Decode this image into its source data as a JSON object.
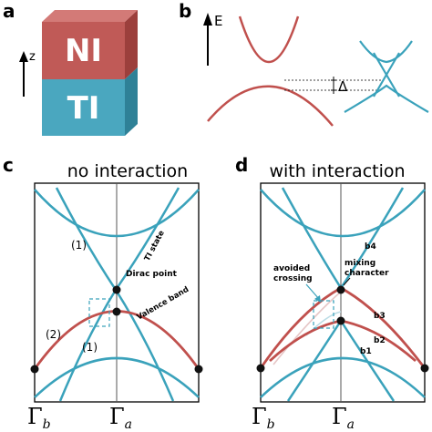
{
  "colors": {
    "ni_face": "#c05a57",
    "ni_top": "#d37a77",
    "ni_side": "#9c3f3c",
    "ti_face": "#4aa7bf",
    "ti_top": "#6fbccf",
    "ti_side": "#2f8197",
    "blue_band": "#3aa2bb",
    "red_band": "#c0504d"
  },
  "panel_a": {
    "letter": "a",
    "axis_label": "z",
    "top_block": "NI",
    "bottom_block": "TI"
  },
  "panel_b": {
    "letter": "b",
    "energy_label": "E",
    "gap_label": "Δ"
  },
  "panel_c": {
    "letter": "c",
    "title": "no interaction",
    "label_1_upper": "(1)",
    "label_2": "(2)",
    "label_1_lower": "(1)",
    "ti_state": "TI state",
    "dirac_point": "Dirac point",
    "valence_band": "Valence band",
    "gamma_left": "Γ",
    "gamma_left_sub": "b",
    "gamma_right": "Γ",
    "gamma_right_sub": "a"
  },
  "panel_d": {
    "letter": "d",
    "title": "with interaction",
    "avoided_line1": "avoided",
    "avoided_line2": "crossing",
    "mixing_line1": "mixing",
    "mixing_line2": "character",
    "b4": "b4",
    "b3": "b3",
    "b2": "b2",
    "b1": "b1",
    "gamma_left": "Γ",
    "gamma_left_sub": "b",
    "gamma_right": "Γ",
    "gamma_right_sub": "a"
  }
}
